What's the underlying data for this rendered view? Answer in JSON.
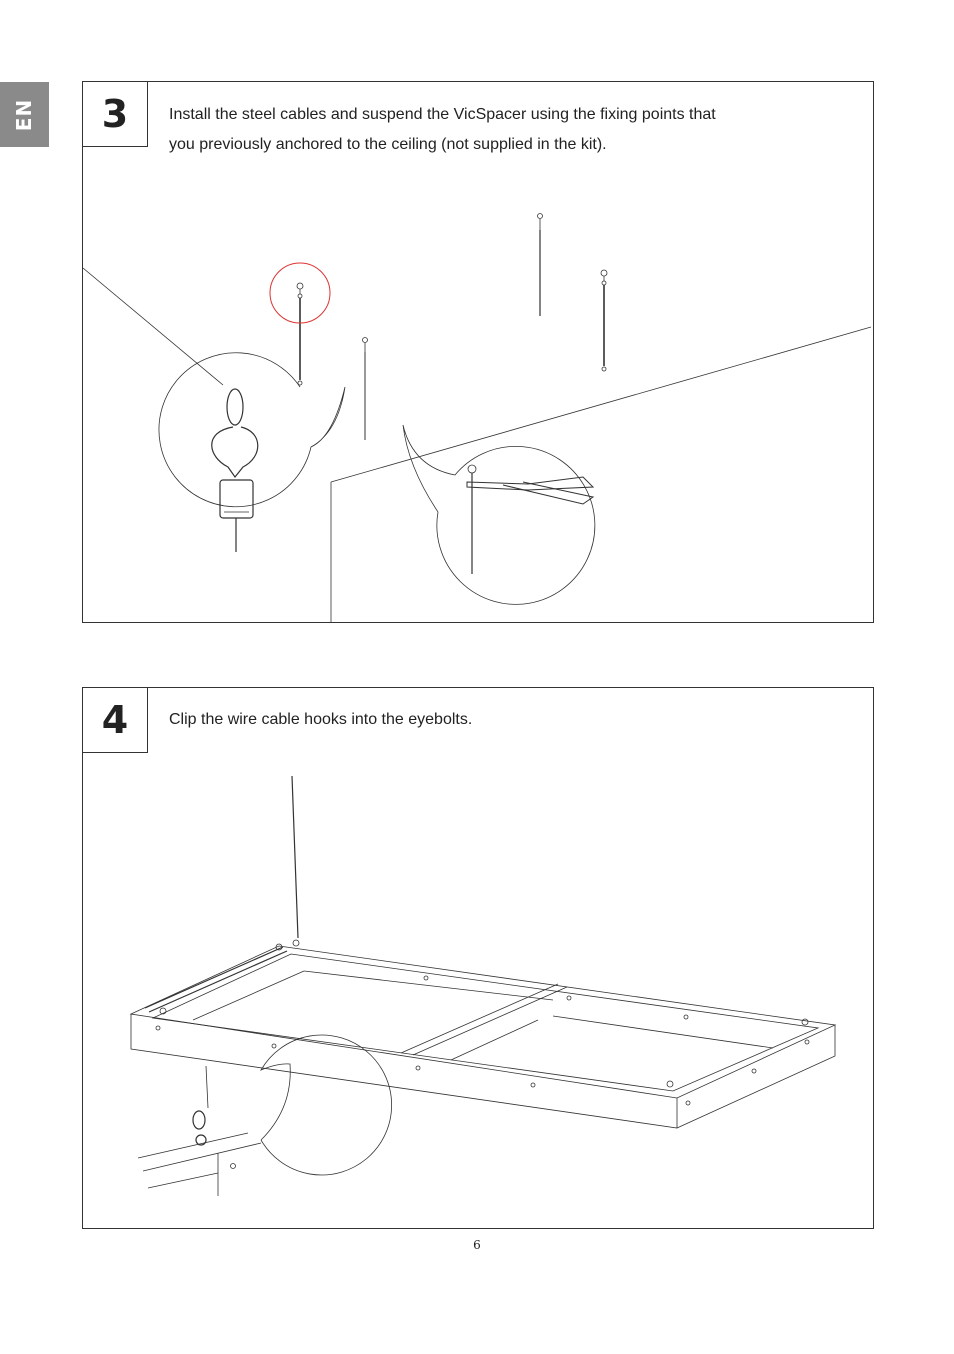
{
  "language_tab": {
    "label": "EN"
  },
  "steps": [
    {
      "number": "3",
      "lines": [
        "Install the steel cables and suspend the VicSpacer using the fixing points that",
        "you previously anchored to the ceiling (not supplied in the kit)."
      ]
    },
    {
      "number": "4",
      "lines": [
        "Clip the wire cable hooks into the eyebolts."
      ]
    }
  ],
  "footer": {
    "page_number": "6"
  }
}
